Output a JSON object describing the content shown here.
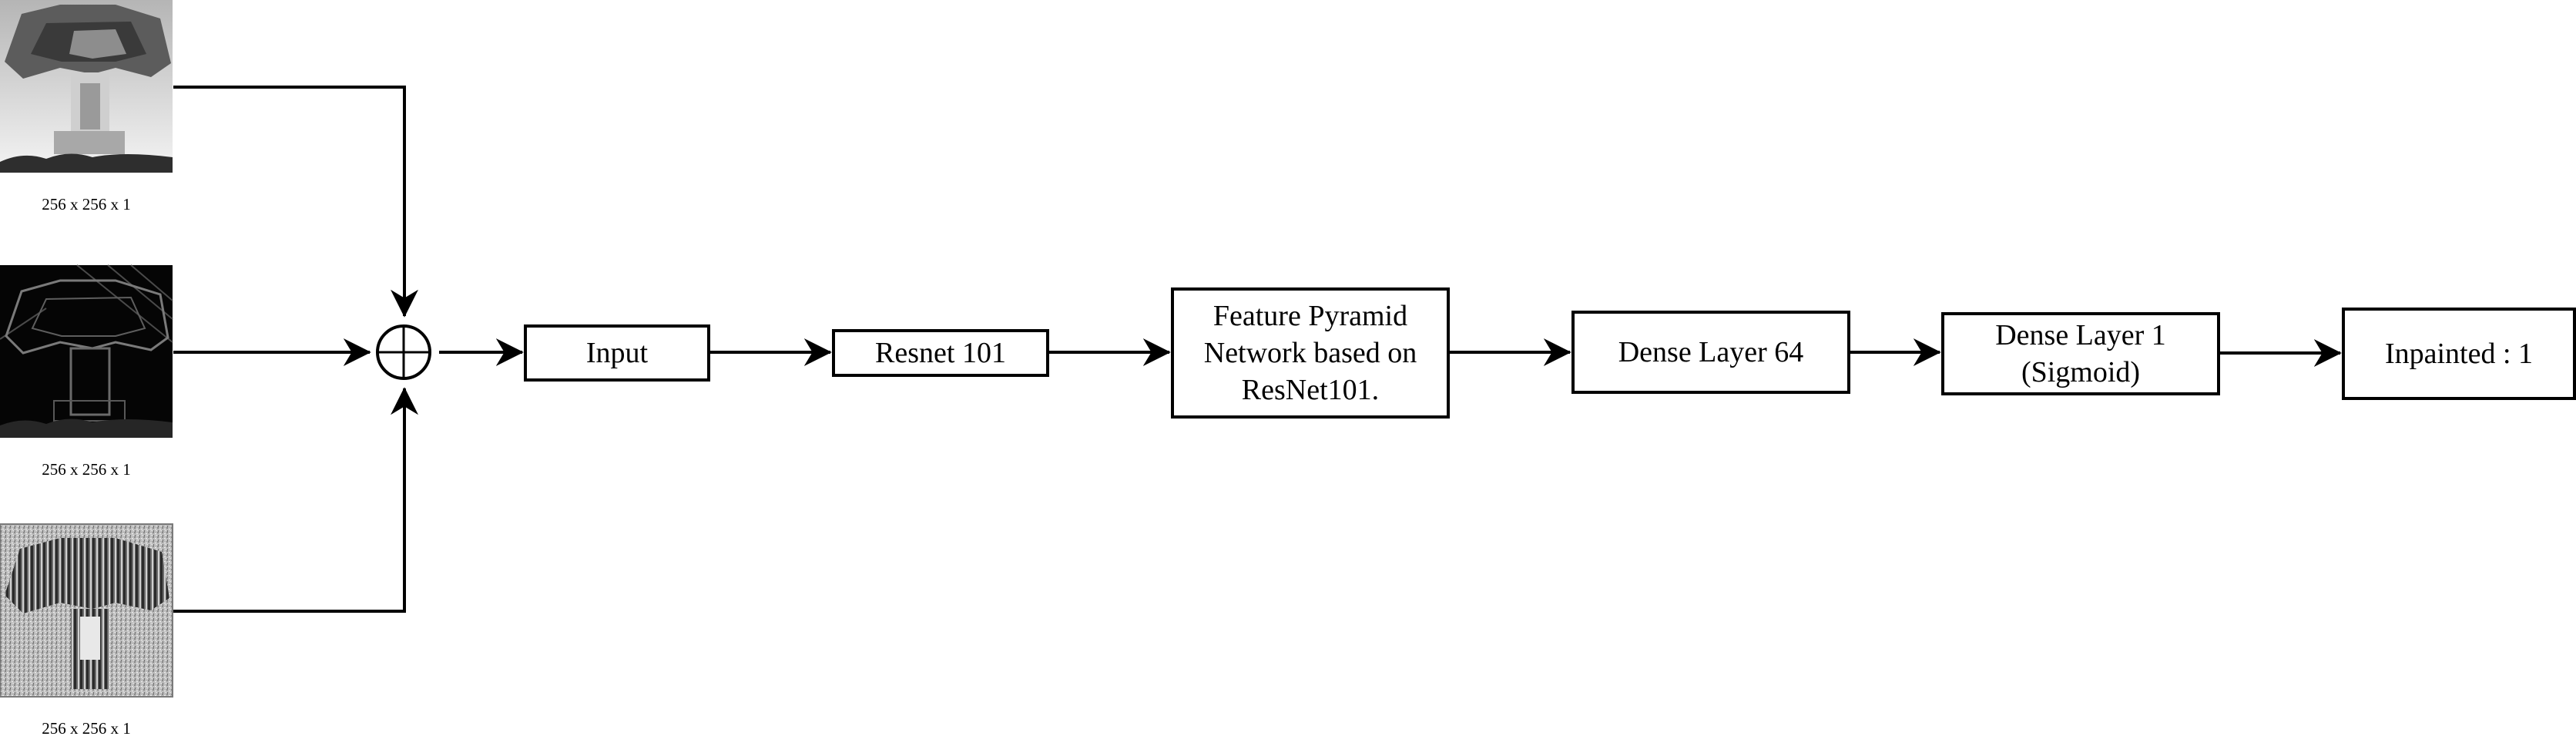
{
  "inputs": [
    {
      "caption": "256 x 256 x 1"
    },
    {
      "caption": "256 x 256 x 1"
    },
    {
      "caption": "256 x 256 x 1"
    }
  ],
  "nodes": {
    "combine": {
      "icon": "plus-circle-icon"
    },
    "input": {
      "label": "Input"
    },
    "resnet": {
      "label": "Resnet 101"
    },
    "fpn": {
      "label": "Feature Pyramid\nNetwork based on\nResNet101."
    },
    "dense64": {
      "label": "Dense Layer 64"
    },
    "dense1": {
      "label": "Dense Layer 1\n(Sigmoid)"
    },
    "output": {
      "label": "Inpainted : 1"
    }
  },
  "colors": {
    "stroke": "#000000",
    "background": "#ffffff"
  }
}
